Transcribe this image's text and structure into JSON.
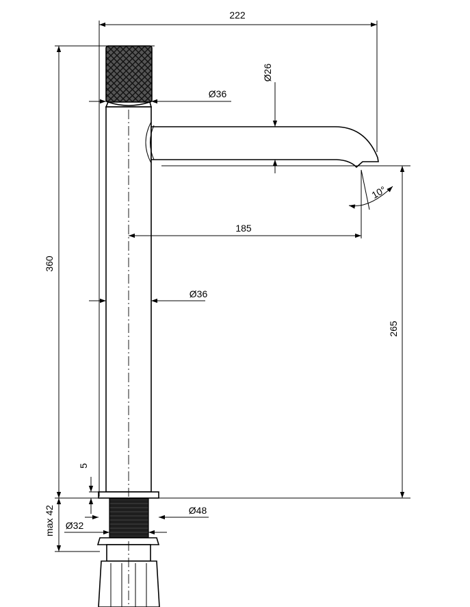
{
  "dimensions": {
    "overall_width": "222",
    "spout_diameter": "Ø26",
    "handle_diameter": "Ø36",
    "spout_angle": "10°",
    "spout_reach": "185",
    "body_diameter": "Ø36",
    "overall_height": "360",
    "spout_height": "265",
    "base_thickness": "5",
    "max_countertop": "max 42",
    "shank_diameter": "Ø32",
    "base_diameter": "Ø48"
  },
  "colors": {
    "line": "#000000",
    "background": "#ffffff",
    "knurl_fill": "#2a2a2a"
  }
}
